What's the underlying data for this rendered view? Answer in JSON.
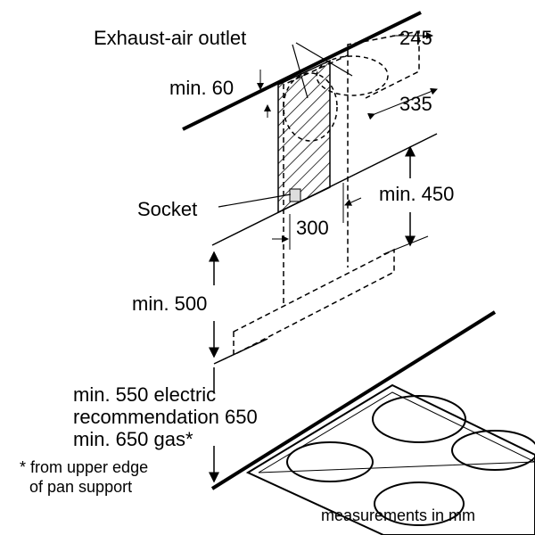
{
  "labels": {
    "exhaust_outlet": "Exhaust-air outlet",
    "dim_245": "245",
    "min_60": "min. 60",
    "dim_335": "335",
    "socket": "Socket",
    "min_450": "min. 450",
    "dim_300": "300",
    "min_500": "min. 500",
    "min_550": "min. 550 electric",
    "recommendation": "recommendation 650",
    "min_650_gas": "min. 650 gas*",
    "footnote_1": "* from upper edge",
    "footnote_2": "of pan support",
    "units": "measurements in mm"
  }
}
